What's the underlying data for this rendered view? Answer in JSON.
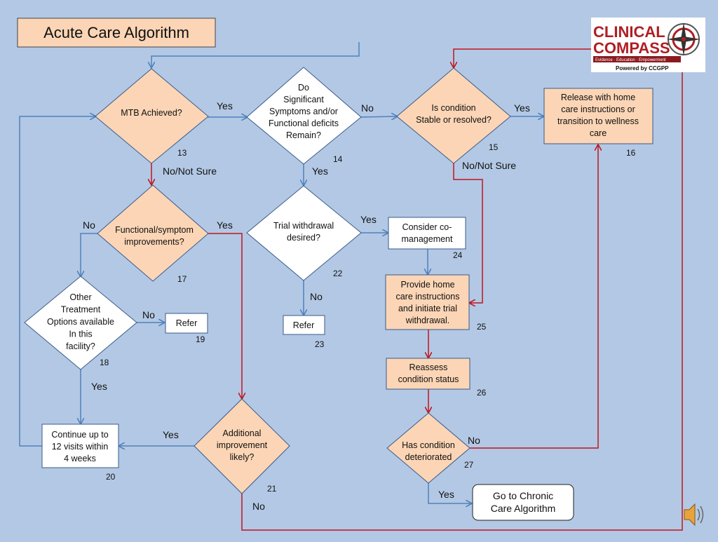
{
  "title": "Acute Care Algorithm",
  "logo": {
    "line1": "CLINICAL",
    "line2": "COMPASS",
    "tagline": "Evidence · Education · Empowerment",
    "powered_by": "Powered by CCGPP"
  },
  "nodes": {
    "n13": {
      "lines": [
        "MTB Achieved?"
      ],
      "num": "13"
    },
    "n14": {
      "lines": [
        "Do",
        "Significant",
        "Symptoms and/or",
        "Functional deficits",
        "Remain?"
      ],
      "num": "14"
    },
    "n15": {
      "lines": [
        "Is condition",
        "Stable or resolved?"
      ],
      "num": "15"
    },
    "n16": {
      "lines": [
        "Release with home",
        "care instructions or",
        "transition to wellness",
        "care"
      ],
      "num": "16"
    },
    "n17": {
      "lines": [
        "Functional/symptom",
        "improvements?"
      ],
      "num": "17"
    },
    "n18": {
      "lines": [
        "Other",
        "Treatment",
        "Options available",
        "In this",
        "facility?"
      ],
      "num": "18"
    },
    "n19": {
      "lines": [
        "Refer"
      ],
      "num": "19"
    },
    "n20": {
      "lines": [
        "Continue up to",
        "12 visits within",
        "4 weeks"
      ],
      "num": "20"
    },
    "n21": {
      "lines": [
        "Additional",
        "improvement",
        "likely?"
      ],
      "num": "21"
    },
    "n22": {
      "lines": [
        "Trial withdrawal",
        "desired?"
      ],
      "num": "22"
    },
    "n23": {
      "lines": [
        "Refer"
      ],
      "num": "23"
    },
    "n24": {
      "lines": [
        "Consider co-",
        "management"
      ],
      "num": "24"
    },
    "n25": {
      "lines": [
        "Provide home",
        "care instructions",
        "and initiate trial",
        "withdrawal."
      ],
      "num": "25"
    },
    "n26": {
      "lines": [
        "Reassess",
        "condition status"
      ],
      "num": "26"
    },
    "n27": {
      "lines": [
        "Has condition",
        "deteriorated"
      ],
      "num": "27"
    },
    "chronic": {
      "lines": [
        "Go to Chronic",
        "Care Algorithm"
      ]
    }
  },
  "edge_labels": {
    "n13_yes": "Yes",
    "n13_no": "No/Not Sure",
    "n14_no": "No",
    "n14_yes": "Yes",
    "n15_yes": "Yes",
    "n15_no": "No/Not Sure",
    "n17_no": "No",
    "n17_yes": "Yes",
    "n18_no": "No",
    "n18_yes": "Yes",
    "n22_yes": "Yes",
    "n22_no": "No",
    "n21_yes": "Yes",
    "n21_no": "No",
    "n27_no": "No",
    "n27_yes": "Yes"
  },
  "colors": {
    "background": "#b3c8e4",
    "peach": "#fbd5b5",
    "white": "#ffffff",
    "blue_line": "#4f81bd",
    "red_line": "#c0161f",
    "box_border": "#3a5a8a"
  }
}
